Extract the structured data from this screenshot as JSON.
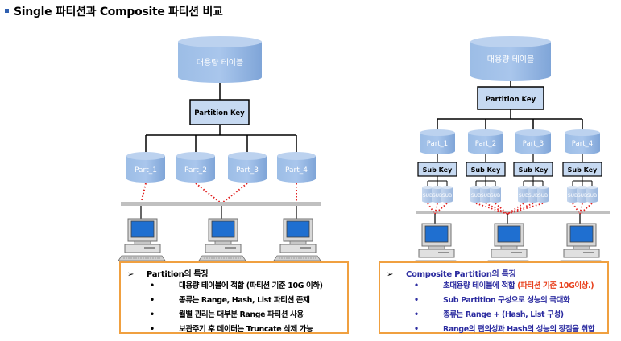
{
  "title": "Single 파티션과 Composite 파티션 비교",
  "left": {
    "table_label": "대용량 테이블",
    "key_label": "Partition Key",
    "parts": [
      "Part_1",
      "Part_2",
      "Part_3",
      "Part_4"
    ],
    "box": {
      "arrow": "➢",
      "heading": "Partition의 특징",
      "items": [
        "대용량 테이블에 적합 (파티션 기준 10G 이하)",
        "종류는 Range, Hash, List 파티션 존재",
        "월별 관리는 대부분 Range 파티션 사용",
        "보관주기 후 데이터는 Truncate 삭제 가능"
      ]
    }
  },
  "right": {
    "table_label": "대용량 테이블",
    "key_label": "Partition Key",
    "parts": [
      "Part_1",
      "Part_2",
      "Part_3",
      "Part_4"
    ],
    "sub_key_label": "Sub Key",
    "sub_label": "SUB",
    "box": {
      "arrow": "➢",
      "heading": "Composite Partition의 특징",
      "item1_prefix": "초대용량 테이블에 적합 ",
      "item1_highlight": "(파티션 기준 10G이상.)",
      "items": [
        "Sub Partition 구성으로 성능의 극대화",
        "종류는 Range + (Hash, List 구성)",
        "Range의 편의성과 Hash의 성능의 장점을 취합"
      ]
    }
  },
  "colors": {
    "cylinder": "#8db3e2",
    "key_box": "#c6d9f1",
    "box_border": "#f0a040",
    "dotted": "#e02020",
    "accent_text": "#2c2ca0",
    "highlight": "#e8401c"
  }
}
